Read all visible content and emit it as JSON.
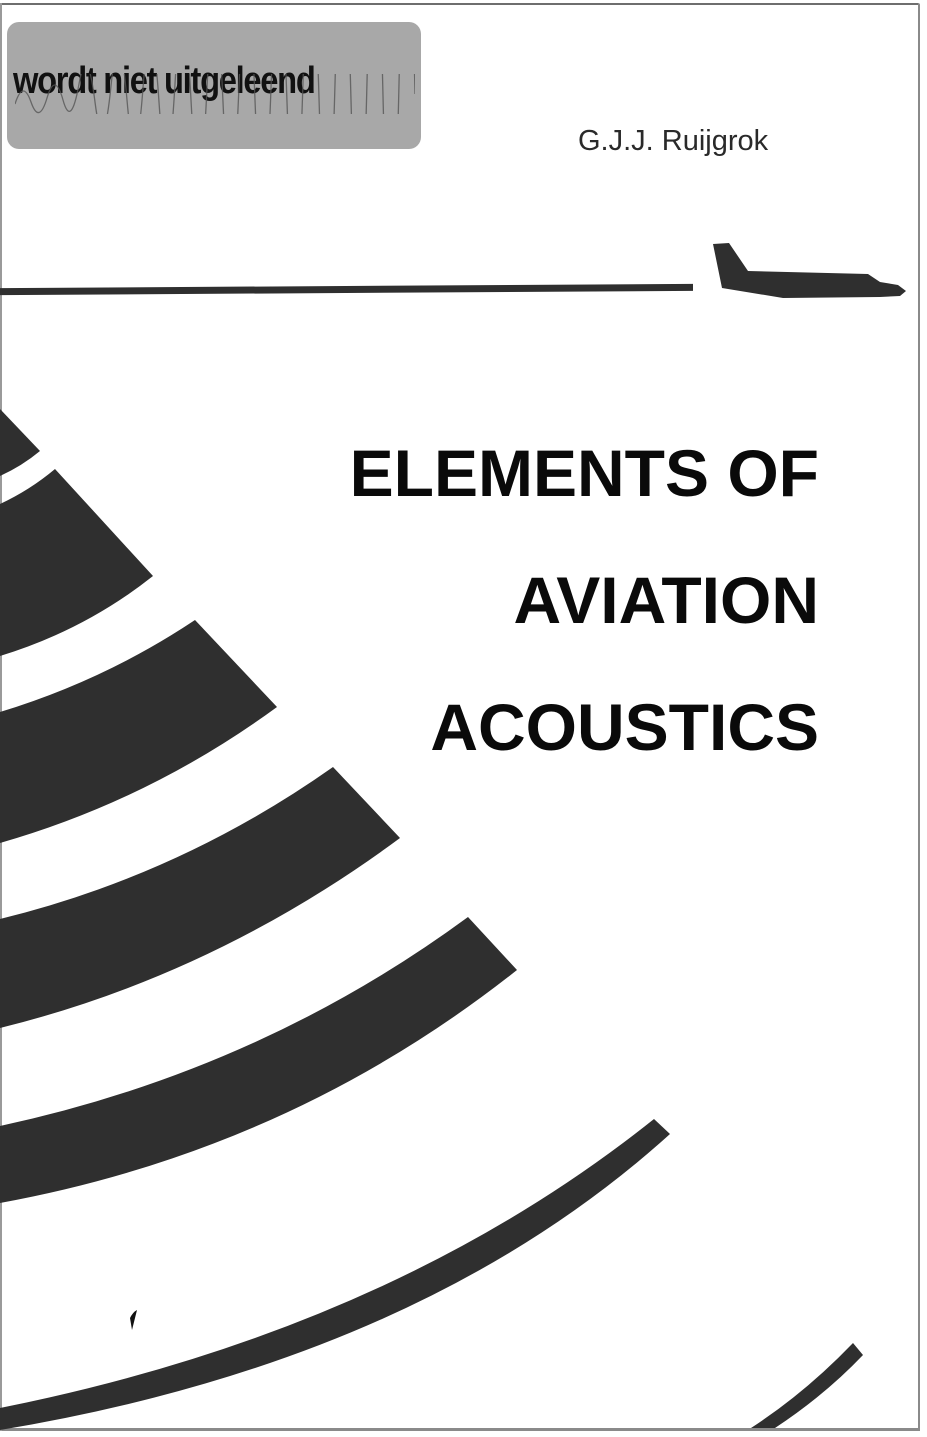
{
  "cover": {
    "sticker_label": "wordt niet uitgeleend",
    "author": "G.J.J. Ruijgrok",
    "title_lines": [
      "ELEMENTS OF",
      "AVIATION",
      "ACOUSTICS"
    ]
  },
  "icons": {
    "plane": "airplane-silhouette-icon",
    "sound_waves": "sound-wave-arcs-graphic"
  },
  "colors": {
    "ink": "#2f2f2f",
    "title": "#0a0a0a",
    "sticker": "#a8a8a8",
    "paper": "#ffffff"
  }
}
